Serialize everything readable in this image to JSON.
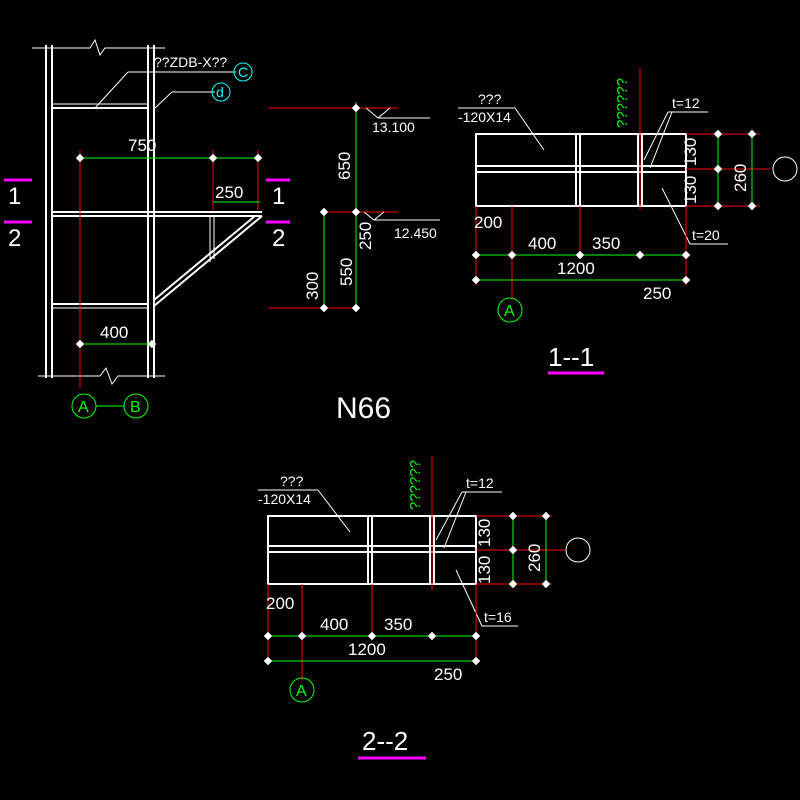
{
  "elevation": {
    "top_label": "??ZDB-X??",
    "callout_c": "C",
    "callout_d": "d",
    "dim_750": "750",
    "dim_250": "250",
    "dim_400": "400",
    "axis_a": "A",
    "axis_b": "B",
    "cut1_top": "1",
    "cut1_bottom": "2",
    "cut2_top": "1",
    "cut2_bottom": "2"
  },
  "vertical_dims": {
    "d650": "650",
    "d250": "250",
    "d550": "550",
    "d300": "300",
    "elev_top": "13.100",
    "elev_bottom": "12.450"
  },
  "section1": {
    "plate_label": "???",
    "plate_size": "-120X14",
    "t_top": "t=12",
    "t_bottom": "t=20",
    "dim_130a": "130",
    "dim_130b": "130",
    "dim_260": "260",
    "dim_200": "200",
    "dim_400": "400",
    "dim_350": "350",
    "dim_1200": "1200",
    "dim_250": "250",
    "axis": "A",
    "wave": "??????",
    "title": "1--1"
  },
  "drawing_number": "N66",
  "section2": {
    "plate_label": "???",
    "plate_size": "-120X14",
    "t_top": "t=12",
    "t_bottom": "t=16",
    "dim_130a": "130",
    "dim_130b": "130",
    "dim_260": "260",
    "dim_200": "200",
    "dim_400": "400",
    "dim_350": "350",
    "dim_1200": "1200",
    "dim_250": "250",
    "axis": "A",
    "wave": "??????",
    "title": "2--2"
  },
  "colors": {
    "background": "#000000",
    "lines": "#ffffff",
    "axis": "#00ff00",
    "centerline": "#ff0000",
    "section_mark": "#ff00ff",
    "callout": "#00ffff"
  }
}
